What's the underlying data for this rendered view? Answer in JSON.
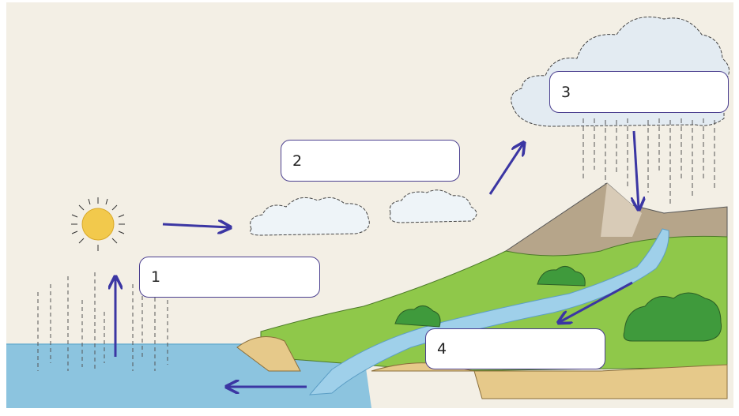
{
  "labels": {
    "box1": "1",
    "box2": "2",
    "box3": "3",
    "box4": "4"
  },
  "colors": {
    "paper": "#f3efe5",
    "arrow": "#3b36a3",
    "sea": "#8cc4df",
    "sun": "#f2c94c",
    "grass": "#8fc84a",
    "mountain": "#b6a58a",
    "cliff": "#e6c98a"
  }
}
